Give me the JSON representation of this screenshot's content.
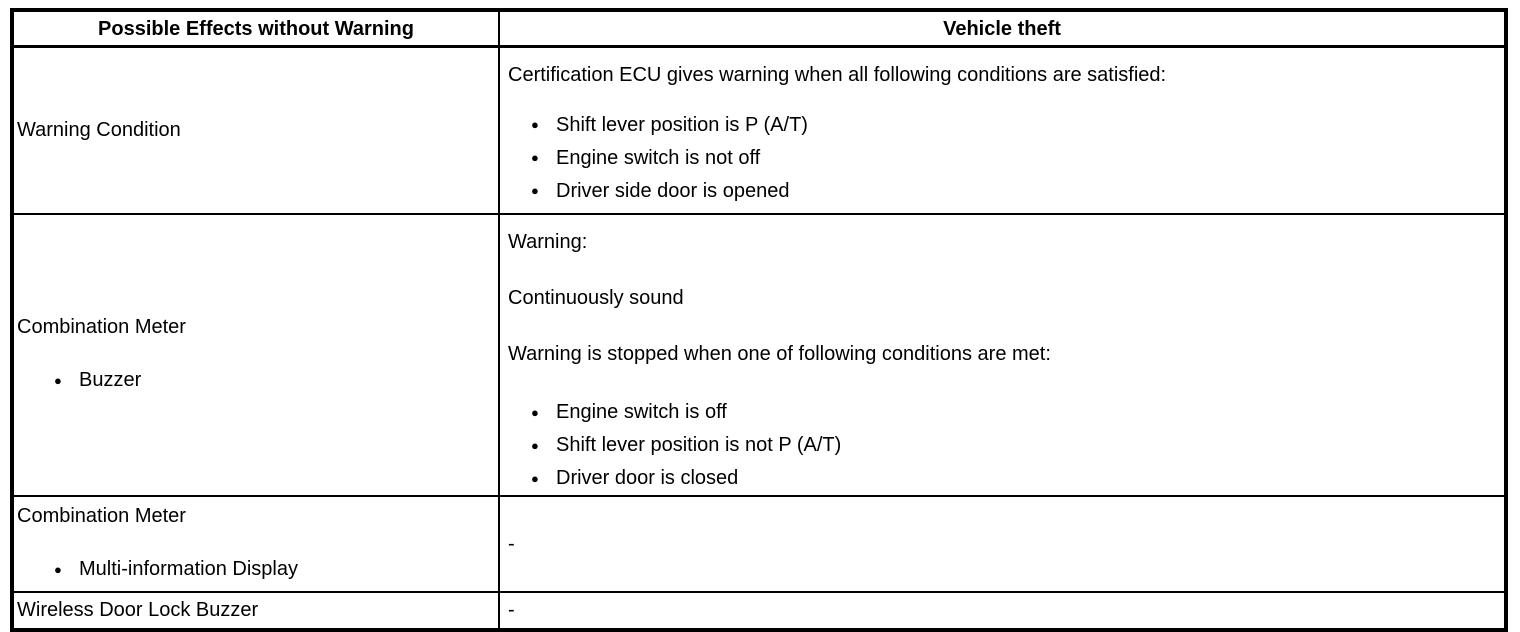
{
  "header": {
    "left": "Possible Effects without Warning",
    "right": "Vehicle theft"
  },
  "rows": {
    "warning_condition": {
      "label": "Warning Condition",
      "intro": "Certification ECU gives warning when all following conditions are satisfied:",
      "bullets": [
        "Shift lever position is P (A/T)",
        "Engine switch is not off",
        "Driver side door is opened"
      ]
    },
    "combination_meter_buzzer": {
      "label": "Combination Meter",
      "label_bullet": "Buzzer",
      "para1": "Warning:",
      "para2": "Continuously sound",
      "para3": "Warning is stopped when one of following conditions are met:",
      "bullets": [
        "Engine switch is off",
        "Shift lever position is not P (A/T)",
        "Driver door is closed"
      ]
    },
    "combination_meter_display": {
      "label": "Combination Meter",
      "label_bullet": "Multi-information Display",
      "value": "-"
    },
    "wireless_door_lock_buzzer": {
      "label": "Wireless Door Lock Buzzer",
      "value": "-"
    }
  },
  "icons": {
    "bullet": "●"
  },
  "colors": {
    "border": "#000000",
    "background": "#ffffff",
    "text": "#000000"
  }
}
